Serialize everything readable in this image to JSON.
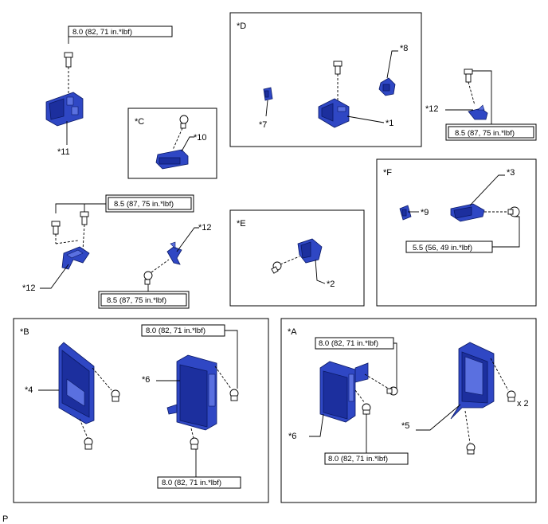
{
  "sections": {
    "A": "*A",
    "B": "*B",
    "C": "*C",
    "D": "*D",
    "E": "*E",
    "F": "*F"
  },
  "parts": {
    "p1": "*1",
    "p2": "*2",
    "p3": "*3",
    "p4": "*4",
    "p5": "*5",
    "p6": "*6",
    "p7": "*7",
    "p8": "*8",
    "p9": "*9",
    "p10": "*10",
    "p11": "*11",
    "p12": "*12"
  },
  "torques": {
    "t80": "8.0 (82, 71 in.*lbf)",
    "t85": "8.5 (87, 75 in.*lbf)",
    "t55": "5.5 (56, 49 in.*lbf)"
  },
  "quantity": "x 2",
  "footer": "P"
}
